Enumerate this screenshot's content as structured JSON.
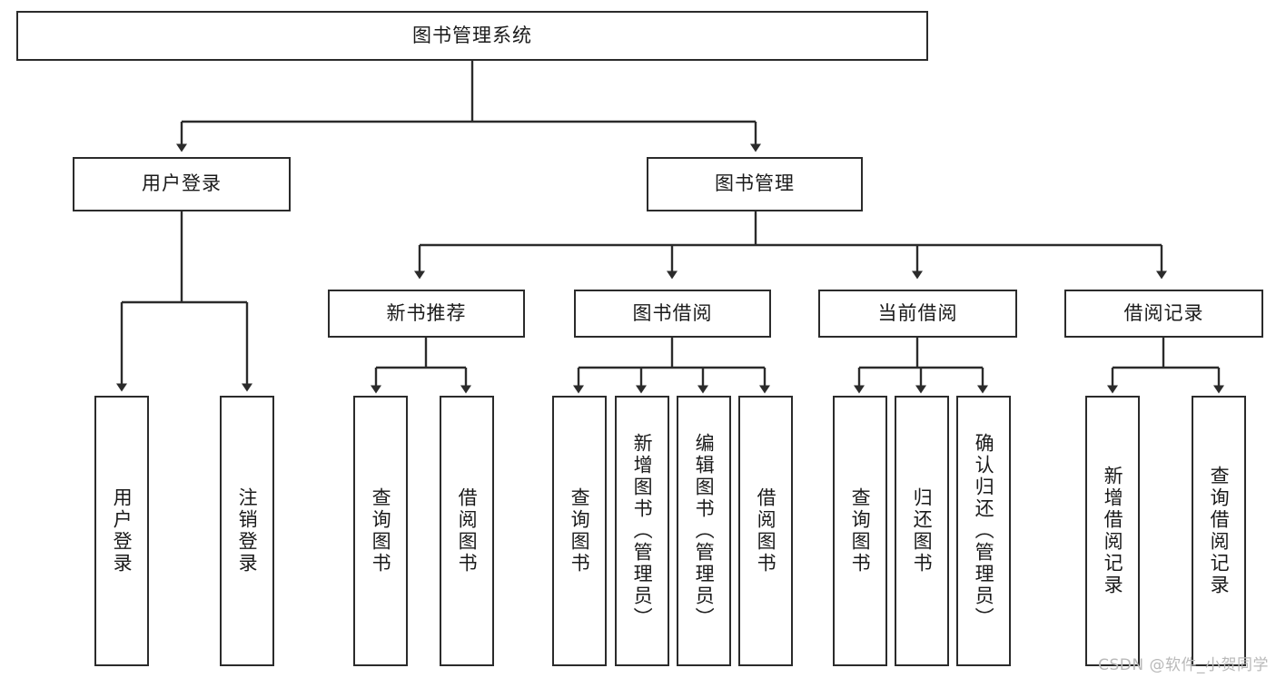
{
  "diagram": {
    "title": "图书管理系统",
    "type": "hierarchy-tree",
    "stroke_color": "#2b2b2b",
    "fill_color": "#ffffff",
    "text_color": "#1a1a1a",
    "root": {
      "label": "图书管理系统"
    },
    "level2": [
      {
        "label": "用户登录"
      },
      {
        "label": "图书管理"
      }
    ],
    "level3": [
      {
        "label": "新书推荐"
      },
      {
        "label": "图书借阅"
      },
      {
        "label": "当前借阅"
      },
      {
        "label": "借阅记录"
      }
    ],
    "leaves": {
      "user_login": [
        {
          "label": "用户登录"
        },
        {
          "label": "注销登录"
        }
      ],
      "new_book_recommend": [
        {
          "label": "查询图书"
        },
        {
          "label": "借阅图书"
        }
      ],
      "book_borrow": [
        {
          "label": "查询图书"
        },
        {
          "label": "新增图书（管理员）"
        },
        {
          "label": "编辑图书（管理员）"
        },
        {
          "label": "借阅图书"
        }
      ],
      "current_borrow": [
        {
          "label": "查询图书"
        },
        {
          "label": "归还图书"
        },
        {
          "label": "确认归还（管理员）"
        }
      ],
      "borrow_record": [
        {
          "label": "新增借阅记录"
        },
        {
          "label": "查询借阅记录"
        }
      ]
    }
  },
  "watermark": {
    "text": "CSDN @软件_小贺同学"
  }
}
